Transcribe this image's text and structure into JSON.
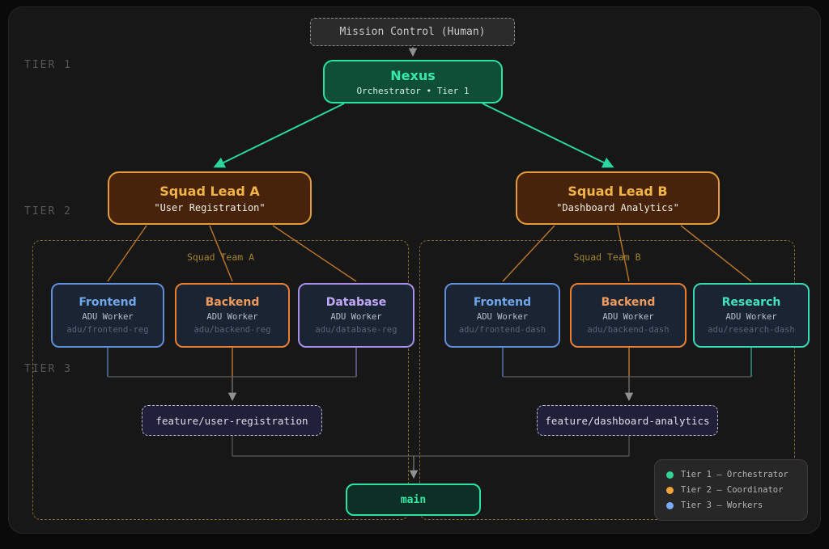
{
  "tiers": {
    "t1": "TIER 1",
    "t2": "TIER 2",
    "t3": "TIER 3"
  },
  "mission_control": {
    "label": "Mission Control (Human)"
  },
  "nexus": {
    "title": "Nexus",
    "subtitle": "Orchestrator • Tier 1"
  },
  "squad_leads": [
    {
      "title": "Squad Lead A",
      "subtitle": "\"User Registration\""
    },
    {
      "title": "Squad Lead B",
      "subtitle": "\"Dashboard Analytics\""
    }
  ],
  "teams": [
    {
      "label": "Squad Team A",
      "workers": [
        {
          "title": "Frontend",
          "role": "ADU Worker",
          "branch": "adu/frontend-reg",
          "accent": "#5e8fd8"
        },
        {
          "title": "Backend",
          "role": "ADU Worker",
          "branch": "adu/backend-reg",
          "accent": "#e87f35"
        },
        {
          "title": "Database",
          "role": "ADU Worker",
          "branch": "adu/database-reg",
          "accent": "#a98ee5"
        }
      ],
      "feature_branch": "feature/user-registration"
    },
    {
      "label": "Squad Team B",
      "workers": [
        {
          "title": "Frontend",
          "role": "ADU Worker",
          "branch": "adu/frontend-dash",
          "accent": "#5e8fd8"
        },
        {
          "title": "Backend",
          "role": "ADU Worker",
          "branch": "adu/backend-dash",
          "accent": "#e87f35"
        },
        {
          "title": "Research",
          "role": "ADU Worker",
          "branch": "adu/research-dash",
          "accent": "#38d8b0"
        }
      ],
      "feature_branch": "feature/dashboard-analytics"
    }
  ],
  "main_branch": {
    "label": "main"
  },
  "legend": {
    "items": [
      {
        "label": "Tier 1 — Orchestrator",
        "color": "#32d396"
      },
      {
        "label": "Tier 2 — Coordinator",
        "color": "#f2a33c"
      },
      {
        "label": "Tier 3 — Workers",
        "color": "#78aaf8"
      }
    ]
  },
  "colors": {
    "tier1_accent": "#2ae3a1",
    "tier2_accent": "#e39b3b",
    "tier3_blue": "#5e8fd8",
    "tier3_orange": "#e87f35",
    "tier3_purple": "#a98ee5",
    "tier3_teal": "#38d8b0",
    "container_dash": "#87692b"
  }
}
